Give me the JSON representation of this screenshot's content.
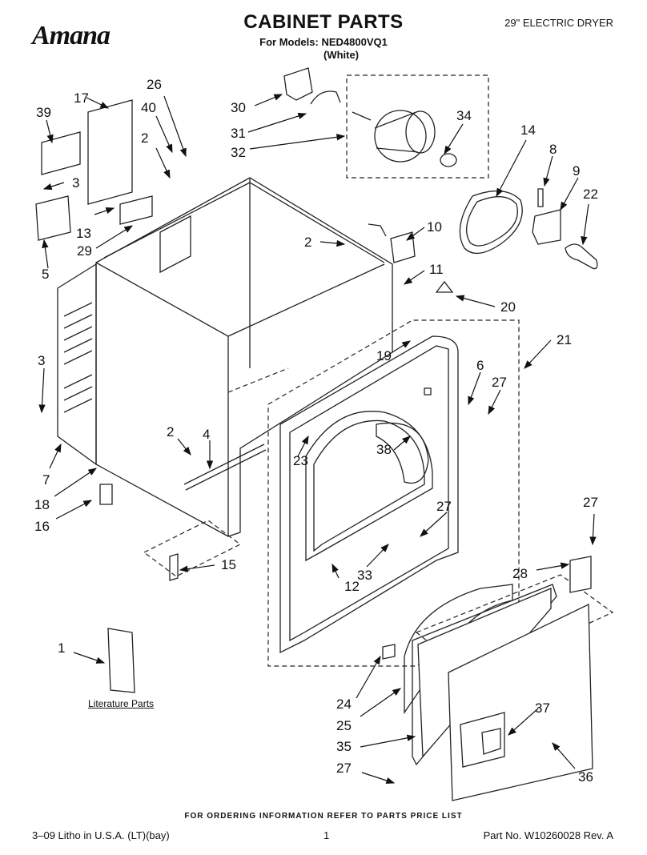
{
  "header": {
    "brand": "Amana",
    "title": "CABINET PARTS",
    "models_line": "For Models: NED4800VQ1",
    "variant": "(White)",
    "product": "29\" ELECTRIC DRYER"
  },
  "diagram": {
    "literature_label": "Literature Parts",
    "callouts": [
      "1",
      "2",
      "2",
      "2",
      "3",
      "3",
      "4",
      "5",
      "6",
      "7",
      "8",
      "9",
      "10",
      "11",
      "12",
      "13",
      "14",
      "15",
      "16",
      "17",
      "18",
      "19",
      "20",
      "21",
      "22",
      "23",
      "24",
      "25",
      "26",
      "27",
      "27",
      "27",
      "27",
      "28",
      "29",
      "30",
      "31",
      "32",
      "33",
      "34",
      "35",
      "36",
      "37",
      "38",
      "39",
      "40"
    ]
  },
  "footer": {
    "order_note": "FOR ORDERING INFORMATION REFER TO PARTS PRICE LIST",
    "litho": "3–09 Litho in U.S.A. (LT)(bay)",
    "page": "1",
    "part_no": "Part No. W10260028 Rev. A"
  },
  "colors": {
    "ink": "#111111",
    "paper": "#ffffff"
  }
}
